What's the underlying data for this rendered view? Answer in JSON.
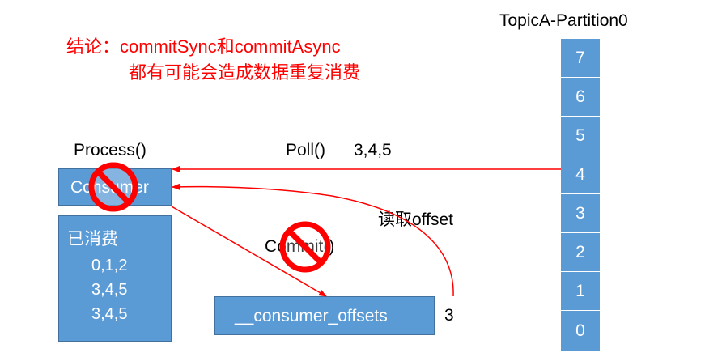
{
  "conclusion": {
    "line1": "结论：commitSync和commitAsync",
    "line2": "都有可能会造成数据重复消费"
  },
  "partition": {
    "title": "TopicA-Partition0",
    "cells": [
      "7",
      "6",
      "5",
      "4",
      "3",
      "2",
      "1",
      "0"
    ]
  },
  "consumer": {
    "process_label": "Process()",
    "box_label": "Consumer"
  },
  "consumed": {
    "title": "已消费",
    "rows": [
      "0,1,2",
      "3,4,5",
      "3,4,5"
    ]
  },
  "poll": {
    "label": "Poll()",
    "values": "3,4,5"
  },
  "read_offset": {
    "label": "读取offset"
  },
  "commit": {
    "label": "Commit()"
  },
  "offsets": {
    "box_label": "__consumer_offsets",
    "value": "3"
  },
  "colors": {
    "box_blue": "#5b9bd5",
    "arrow_red": "#ff0000",
    "text_red": "#ff0000"
  }
}
